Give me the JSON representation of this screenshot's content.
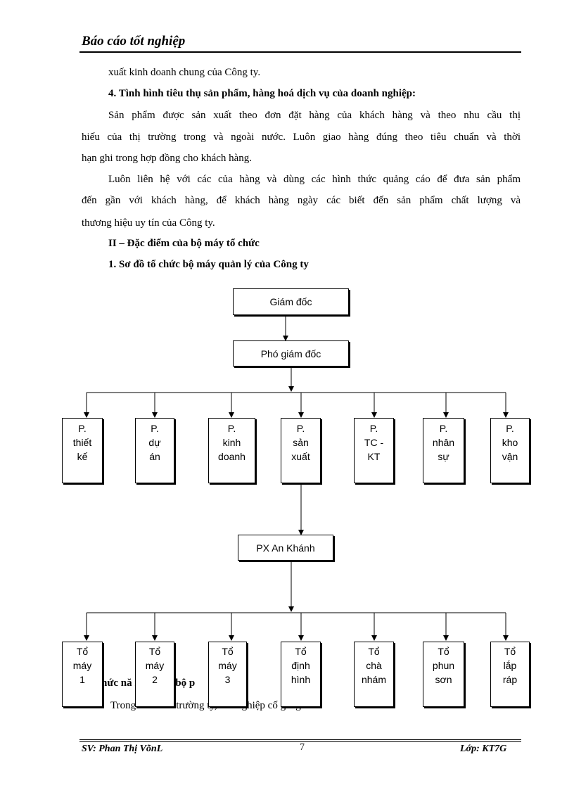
{
  "header": {
    "title": "Báo cáo tốt nghiệp"
  },
  "body": {
    "line1": "xuất kinh doanh chung của Công ty.",
    "heading4": "4. Tình hình tiêu thụ sản phẩm, hàng hoá dịch vụ của doanh nghiệp:",
    "para1": {
      "line1": "Sản phẩm được sản xuất theo đơn đặt hàng của khách hàng và theo nhu cầu thị",
      "line2": "hiếu của thị trường trong và ngoài nước. Luôn giao hàng đúng theo tiêu chuẩn và thời",
      "line3": "hạn ghi trong hợp đồng cho khách hàng."
    },
    "para2": {
      "line1": "Luôn liên hệ với các của hàng và dùng các hình thức quảng cáo để đưa sản phẩm",
      "line2": "đến gần với khách hàng, để khách hàng ngày các biết đến sản phẩm chất lượng và",
      "line3": "thương hiệu uy tín của Công ty."
    },
    "section2": "II – Đặc điểm của bộ máy tổ chức",
    "subsection1": "1. Sơ đồ tổ chức bộ máy quản lý của Công ty",
    "hidden_heading_fragment": "hức nă        iệm vụ         g bộ p",
    "hidden_para_fragment": "Trong              uổi kinh          trường         ty, các          nghiệp                cố gắng"
  },
  "org_chart": {
    "director": "Giám đốc",
    "vice_director": "Phó giám đốc",
    "departments": [
      {
        "lines": [
          "P.",
          "thiết",
          "kế"
        ]
      },
      {
        "lines": [
          "P.",
          "dự",
          "án"
        ]
      },
      {
        "lines": [
          "P.",
          "kinh",
          "doanh"
        ]
      },
      {
        "lines": [
          "P.",
          "sản",
          "xuất"
        ]
      },
      {
        "lines": [
          "P.",
          "TC -",
          "KT"
        ]
      },
      {
        "lines": [
          "P.",
          "nhân",
          "sự"
        ]
      },
      {
        "lines": [
          "P.",
          "kho",
          "vận"
        ]
      }
    ],
    "workshop": "PX An Khánh",
    "teams": [
      {
        "lines": [
          "Tổ",
          "máy",
          "1"
        ]
      },
      {
        "lines": [
          "Tổ",
          "máy",
          "2"
        ]
      },
      {
        "lines": [
          "Tổ",
          "máy",
          "3"
        ]
      },
      {
        "lines": [
          "Tổ",
          "định",
          "hình"
        ]
      },
      {
        "lines": [
          "Tổ",
          "chà",
          "nhám"
        ]
      },
      {
        "lines": [
          "Tổ",
          "phun",
          "sơn"
        ]
      },
      {
        "lines": [
          "Tổ",
          "lắp",
          "ráp"
        ]
      }
    ]
  },
  "footer": {
    "student": "SV: Phan Thị VõnL",
    "page_number": "7",
    "class_label": "Lớp: KT7G"
  }
}
